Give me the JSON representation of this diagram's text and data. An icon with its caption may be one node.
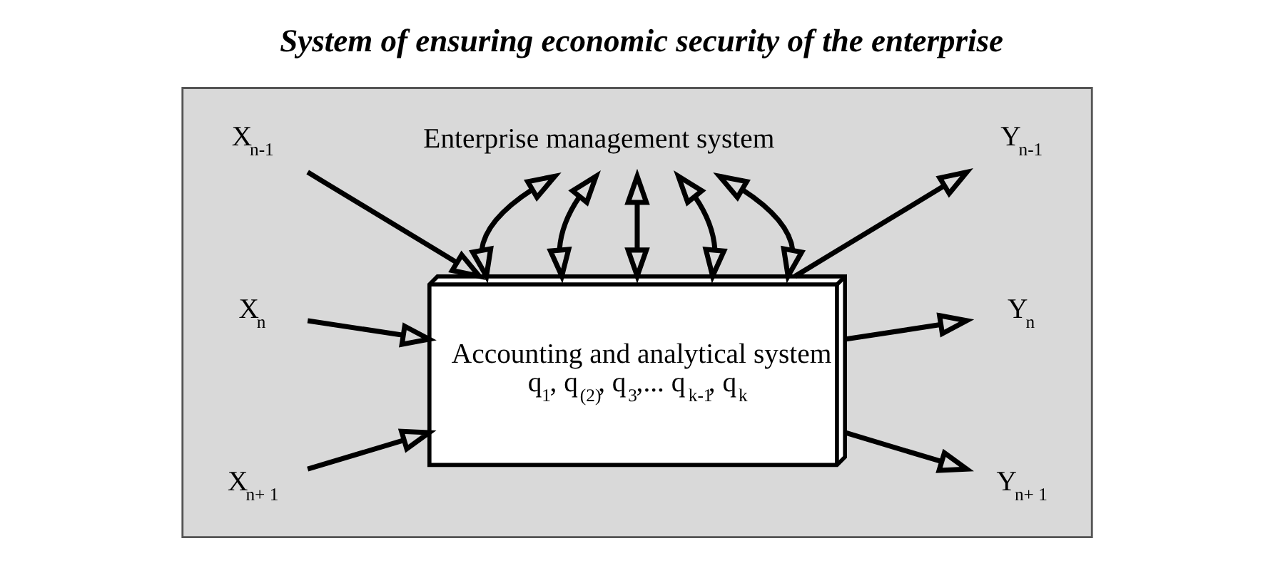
{
  "diagram": {
    "title": "System of ensuring economic security of the enterprise",
    "nodes": [
      {
        "text": [],
        "shape": "box"
      },
      {
        "text": [
          "Enterprise management system"
        ],
        "in": 0
      },
      {
        "text": [
          "Accounting and analytical system",
          "q$_{1}$, q$_{(2)}$, q$_{3}$,... q$_{k-1}$, q$_{k}$"
        ],
        "in": 0
      },
      {
        "text": [
          "X$_{n-1}$"
        ],
        "in": 0
      },
      {
        "text": [
          "X$_{n}$"
        ],
        "in": 0
      },
      {
        "text": [
          "X$_{n+ 1}$"
        ],
        "in": 0
      },
      {
        "text": [
          "Y$_{n-1}$"
        ],
        "in": 0
      },
      {
        "text": [
          "Y$_{n}$"
        ],
        "in": 0
      },
      {
        "text": [
          "Y$_{n+ 1}$"
        ],
        "in": 0
      }
    ],
    "edges": [
      {
        "from": 3,
        "to": 2,
        "arrow": "to"
      },
      {
        "from": 4,
        "to": 2,
        "arrow": "to"
      },
      {
        "from": 5,
        "to": 2,
        "arrow": "to"
      },
      {
        "from": 2,
        "to": 6,
        "arrow": "to"
      },
      {
        "from": 2,
        "to": 7,
        "arrow": "to"
      },
      {
        "from": 2,
        "to": 8,
        "arrow": "to"
      },
      {
        "from": 2,
        "to": 1,
        "arrow": "both"
      },
      {
        "from": 2,
        "to": 1,
        "arrow": "both"
      },
      {
        "from": 2,
        "to": 1,
        "arrow": "both"
      },
      {
        "from": 2,
        "to": 1,
        "arrow": "both"
      },
      {
        "from": 2,
        "to": 1,
        "arrow": "both"
      }
    ]
  }
}
